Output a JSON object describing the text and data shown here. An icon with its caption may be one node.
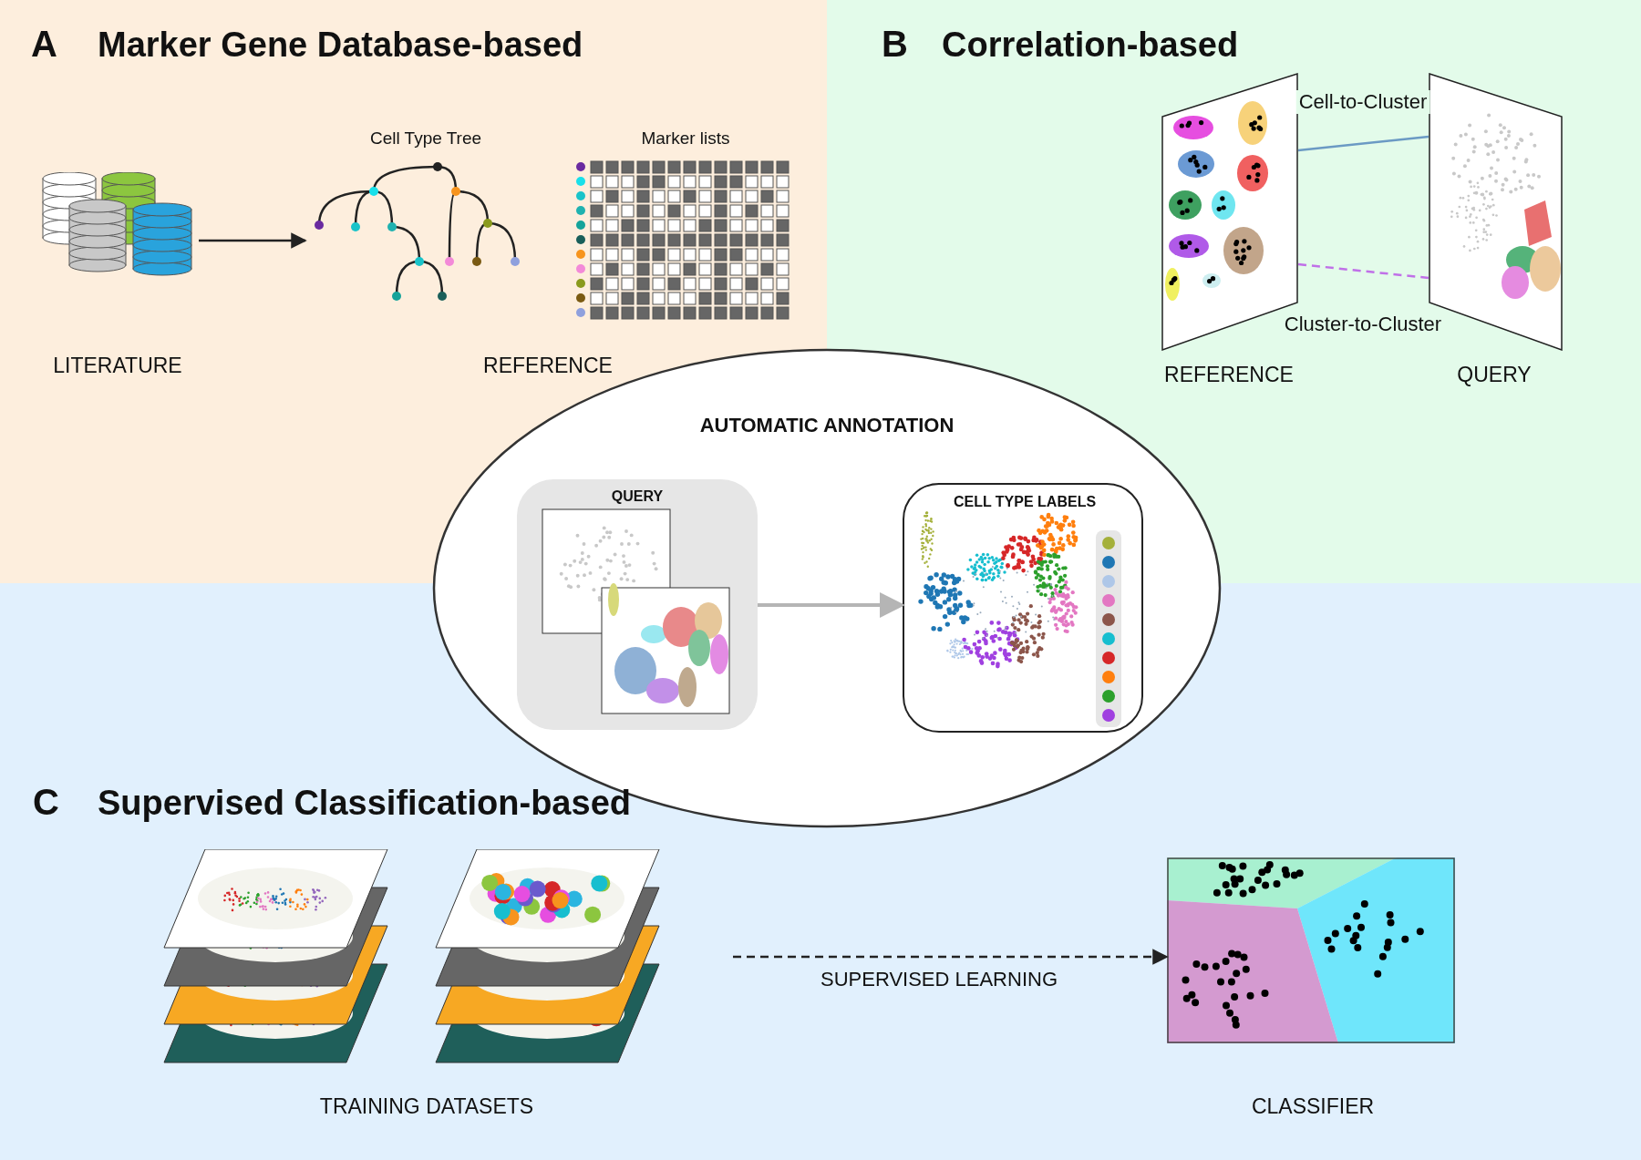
{
  "diagram": {
    "nodes": [
      {
        "text": [
          "A",
          "Marker Gene Database-based"
        ]
      },
      {
        "text": [],
        "shape": "cylinder",
        "beside": [
          "LITERATURE"
        ],
        "in": 0
      },
      {
        "text": [
          "Cell Type Tree"
        ],
        "in": 0
      },
      {
        "text": [
          "Marker lists"
        ],
        "in": 0
      },
      {
        "text": [
          "B",
          "Correlation-based"
        ]
      },
      {
        "text": [],
        "shape": "picture",
        "beside": [
          "REFERENCE"
        ],
        "in": 4
      },
      {
        "text": [],
        "shape": "picture",
        "beside": [
          "QUERY"
        ],
        "in": 4
      },
      {
        "text": [
          "C",
          "Supervised Classification-based"
        ]
      },
      {
        "text": [],
        "shape": "picture",
        "beside": [
          "TRAINING DATASETS"
        ],
        "in": 7
      },
      {
        "text": [],
        "shape": "picture",
        "beside": [
          "CLASSIFIER"
        ],
        "in": 7
      },
      {
        "text": [
          "AUTOMATIC ANNOTATION"
        ]
      },
      {
        "text": [
          "QUERY"
        ],
        "in": 10
      },
      {
        "text": [
          "CELL TYPE LABELS"
        ],
        "in": 10
      }
    ],
    "edges": [
      {
        "from": 1,
        "to": 2,
        "arrow": "to"
      },
      {
        "from": 5,
        "to": 6,
        "arrow": "none",
        "label": "Cell-to-Cluster",
        "color": "#6b9ac4"
      },
      {
        "from": 5,
        "to": 6,
        "arrow": "none",
        "label": "Cluster-to-Cluster",
        "style": "dashed",
        "color": "#c070e8"
      },
      {
        "from": 8,
        "to": 9,
        "arrow": "to",
        "label": "SUPERVISED LEARNING",
        "style": "dashed"
      },
      {
        "from": 11,
        "to": 12,
        "arrow": "to",
        "color": "#b5b5b5"
      }
    ],
    "labels": [
      "REFERENCE"
    ]
  }
}
